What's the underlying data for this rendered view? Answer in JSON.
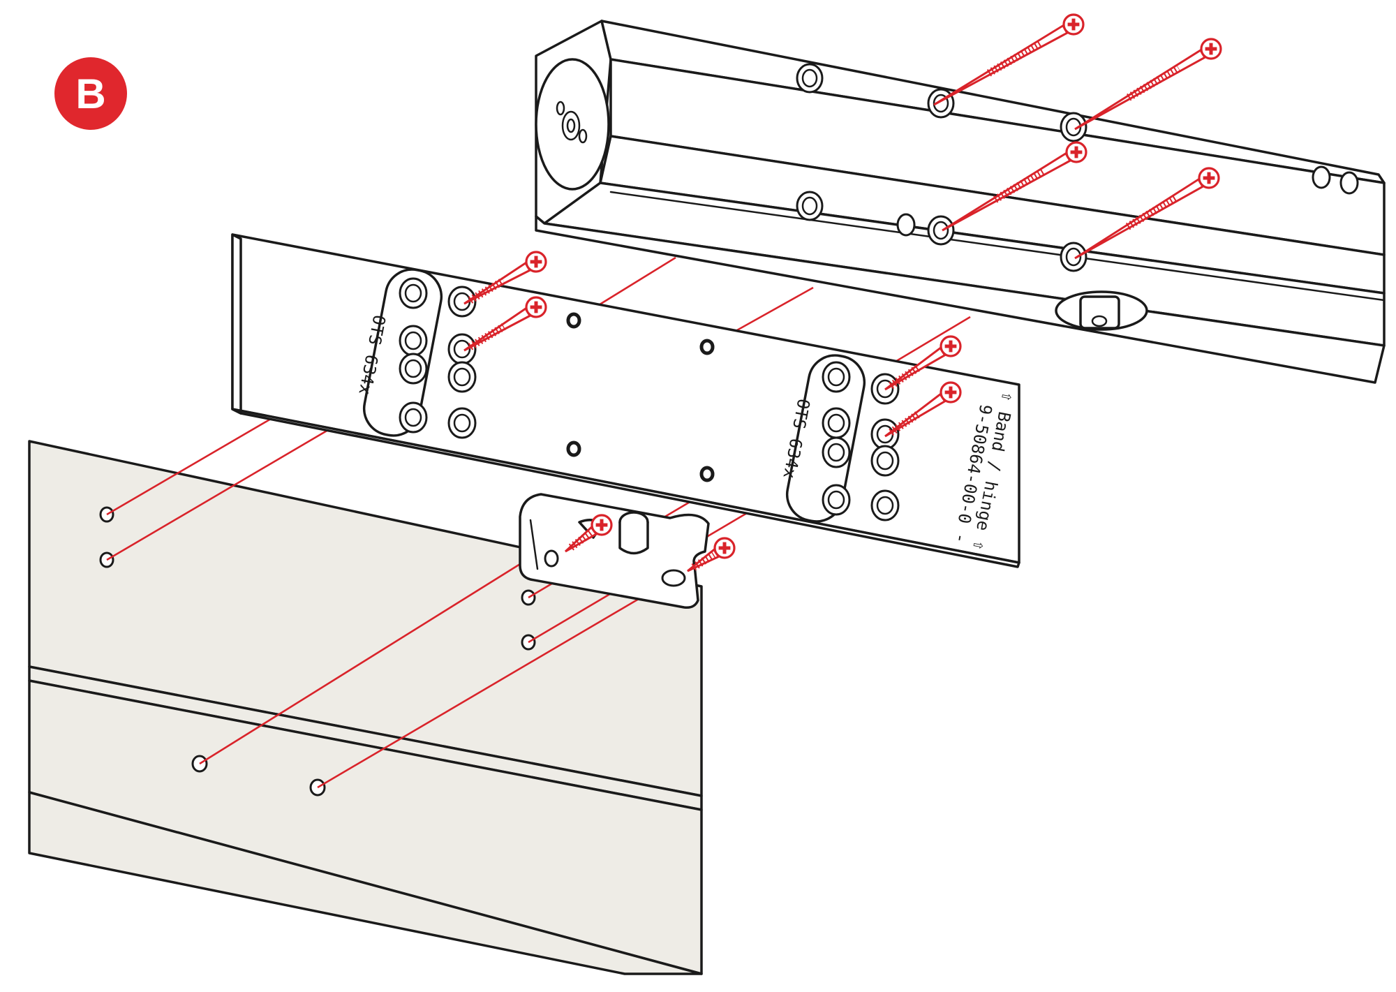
{
  "step_badge": {
    "label": "B",
    "color": "#e0272d"
  },
  "mounting_plate": {
    "label_left": "OTS 634x",
    "label_right": "OTS 634x",
    "hinge_label": "⇧ Band / hinge ⇧",
    "part_number": "9-50864-00-0 -"
  },
  "colors": {
    "guide_lines": "#d9232a",
    "outline": "#1a1a1a",
    "frame_fill": "#eeece6"
  },
  "icons": [
    "screw-icon",
    "phillips-head-icon"
  ]
}
